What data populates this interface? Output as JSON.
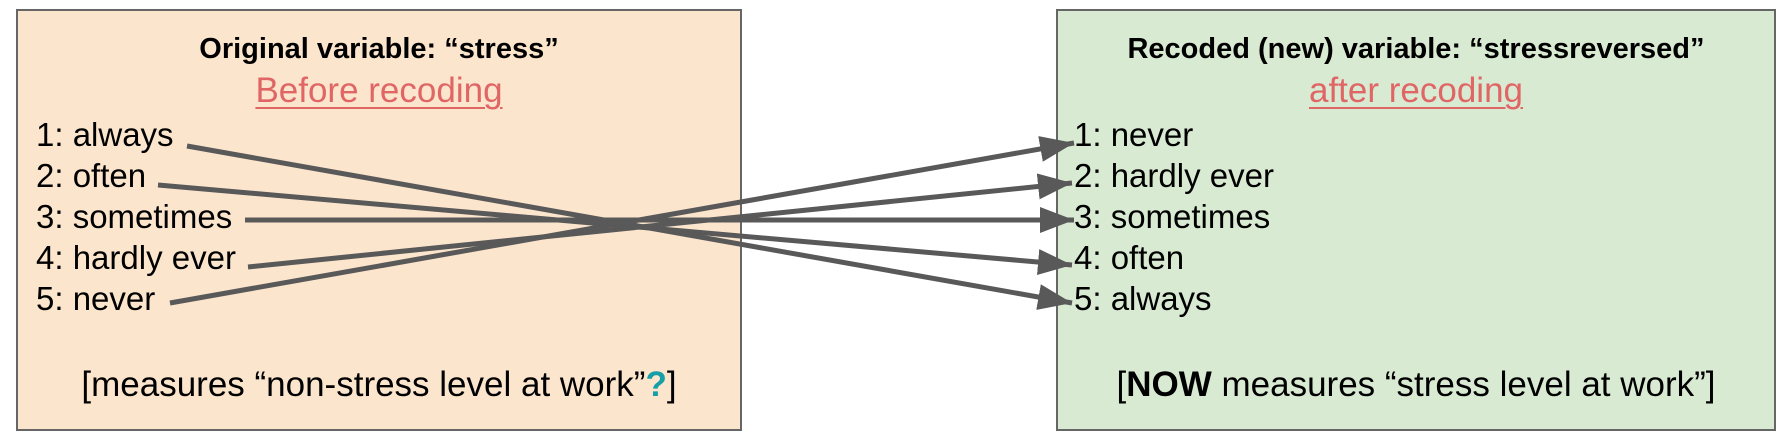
{
  "left": {
    "title": "Original variable: “stress”",
    "subtitle": "Before recoding",
    "items": [
      "1: always",
      "2: often",
      "3: sometimes",
      "4: hardly ever",
      "5: never"
    ],
    "footer": {
      "prefix": "[measures “non-stress level at work”",
      "question_mark": "?",
      "suffix": "]"
    }
  },
  "right": {
    "title": "Recoded (new) variable: “stressreversed”",
    "subtitle": "after recoding",
    "items": [
      "1: never",
      "2: hardly ever",
      "3: sometimes",
      "4: often",
      "5: always"
    ],
    "footer": {
      "prefix": "[",
      "emphasis": "NOW",
      "suffix": " measures “stress level at work”]"
    }
  },
  "mapping": [
    {
      "from": "1: always",
      "to": "5: always"
    },
    {
      "from": "2: often",
      "to": "4: often"
    },
    {
      "from": "3: sometimes",
      "to": "3: sometimes"
    },
    {
      "from": "4: hardly ever",
      "to": "2: hardly ever"
    },
    {
      "from": "5: never",
      "to": "1: never"
    }
  ],
  "colors": {
    "left_fill": "#fce5cd",
    "right_fill": "#d9ead3",
    "border": "#666666",
    "subtitle": "#e06666",
    "question_mark": "#169fa6",
    "arrow": "#595959"
  }
}
